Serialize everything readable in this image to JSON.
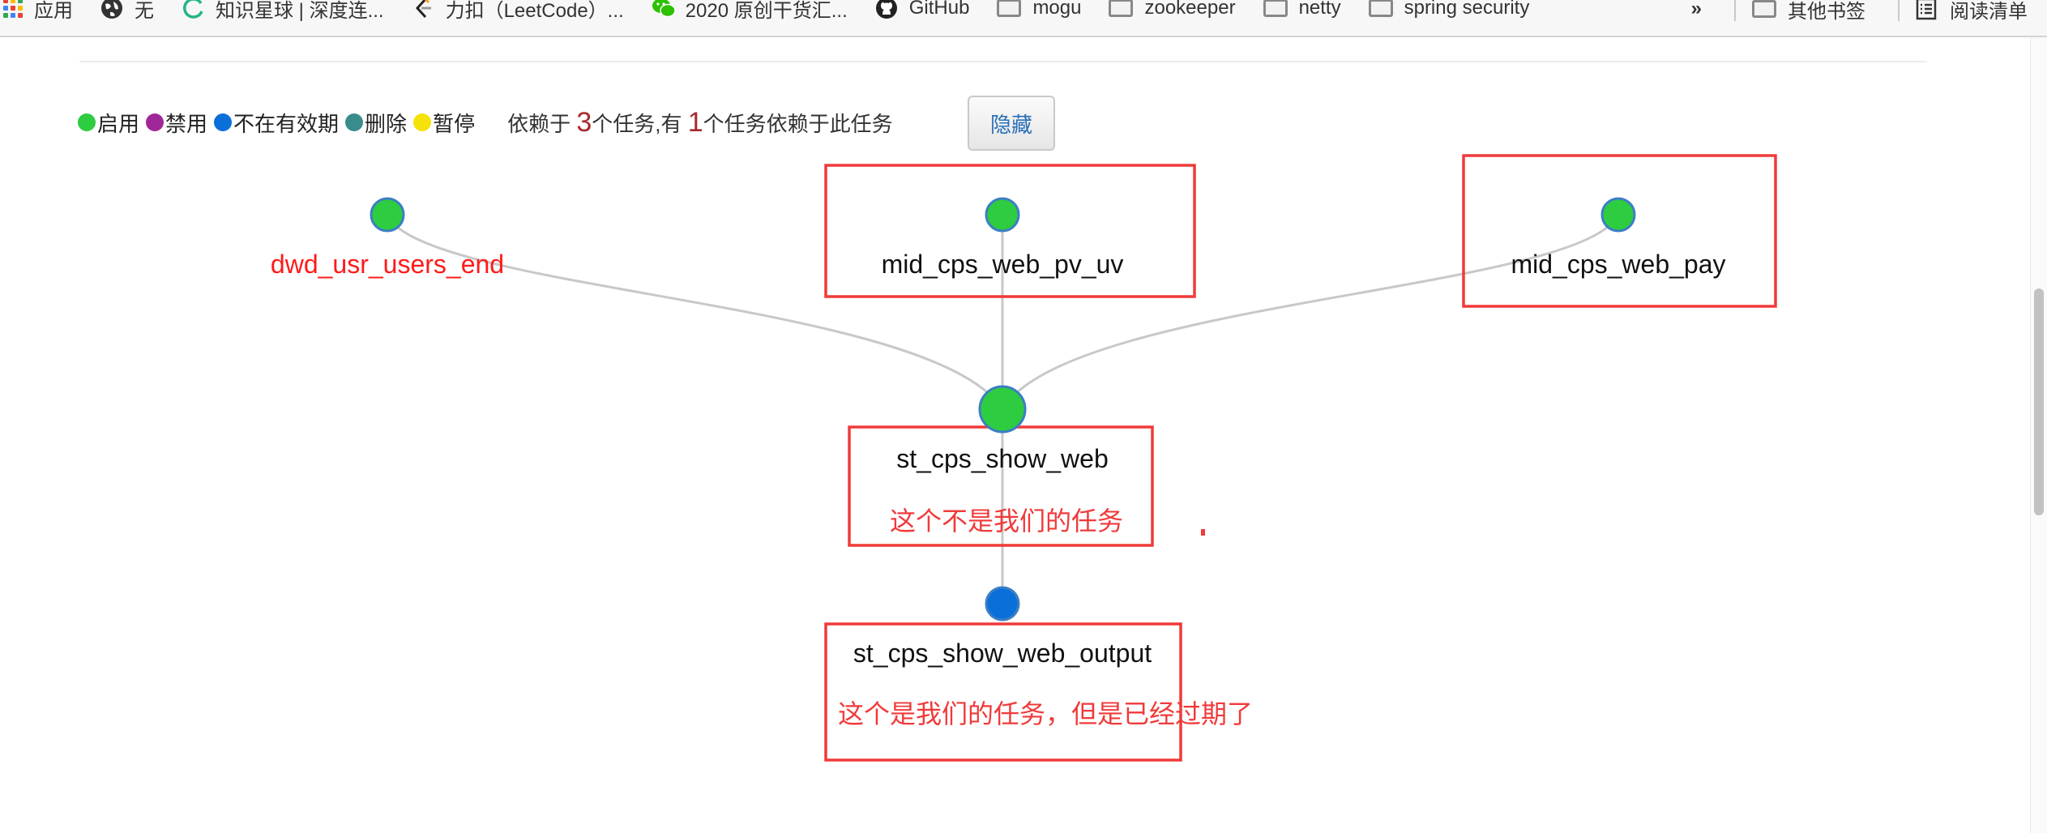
{
  "bookmarks": {
    "items": [
      {
        "label": "应用",
        "icon": "apps-icon"
      },
      {
        "label": "无",
        "icon": "globe-icon"
      },
      {
        "label": "知识星球 | 深度连...",
        "icon": "zsxq-icon"
      },
      {
        "label": "力扣（LeetCode）...",
        "icon": "leetcode-icon"
      },
      {
        "label": "2020 原创干货汇...",
        "icon": "wechat-icon"
      },
      {
        "label": "GitHub",
        "icon": "github-icon"
      },
      {
        "label": "mogu",
        "icon": "folder-icon"
      },
      {
        "label": "zookeeper",
        "icon": "folder-icon"
      },
      {
        "label": "netty",
        "icon": "folder-icon"
      },
      {
        "label": "spring security",
        "icon": "folder-icon"
      }
    ],
    "overflow": "»",
    "other_bookmarks": "其他书签",
    "reading_list": "阅读清单"
  },
  "legend": {
    "items": [
      {
        "label": "启用",
        "color": "#2ecc40"
      },
      {
        "label": "禁用",
        "color": "#a0279a"
      },
      {
        "label": "不在有效期",
        "color": "#0b6fd9"
      },
      {
        "label": "删除",
        "color": "#3a8c8c"
      },
      {
        "label": "暂停",
        "color": "#f5e20a"
      }
    ]
  },
  "dependency": {
    "prefix": "依赖于",
    "depends_on_count": "3",
    "middle": "个任务,有",
    "depended_by_count": "1",
    "suffix": "个任务依赖于此任务"
  },
  "hide_button": "隐藏",
  "graph": {
    "nodes": [
      {
        "id": "dwd",
        "label": "dwd_usr_users_end",
        "status": "启用",
        "color": "#2ecc40",
        "label_color": "#ff1a1a"
      },
      {
        "id": "pvuv",
        "label": "mid_cps_web_pv_uv",
        "status": "启用",
        "color": "#2ecc40"
      },
      {
        "id": "pay",
        "label": "mid_cps_web_pay",
        "status": "启用",
        "color": "#2ecc40"
      },
      {
        "id": "show",
        "label": "st_cps_show_web",
        "status": "启用",
        "color": "#2ecc40"
      },
      {
        "id": "output",
        "label": "st_cps_show_web_output",
        "status": "不在有效期",
        "color": "#0b6fd9"
      }
    ],
    "annotations": {
      "show": "这个不是我们的任务",
      "output": "这个是我们的任务，但是已经过期了"
    },
    "annotation_color": "#f03a3a"
  }
}
